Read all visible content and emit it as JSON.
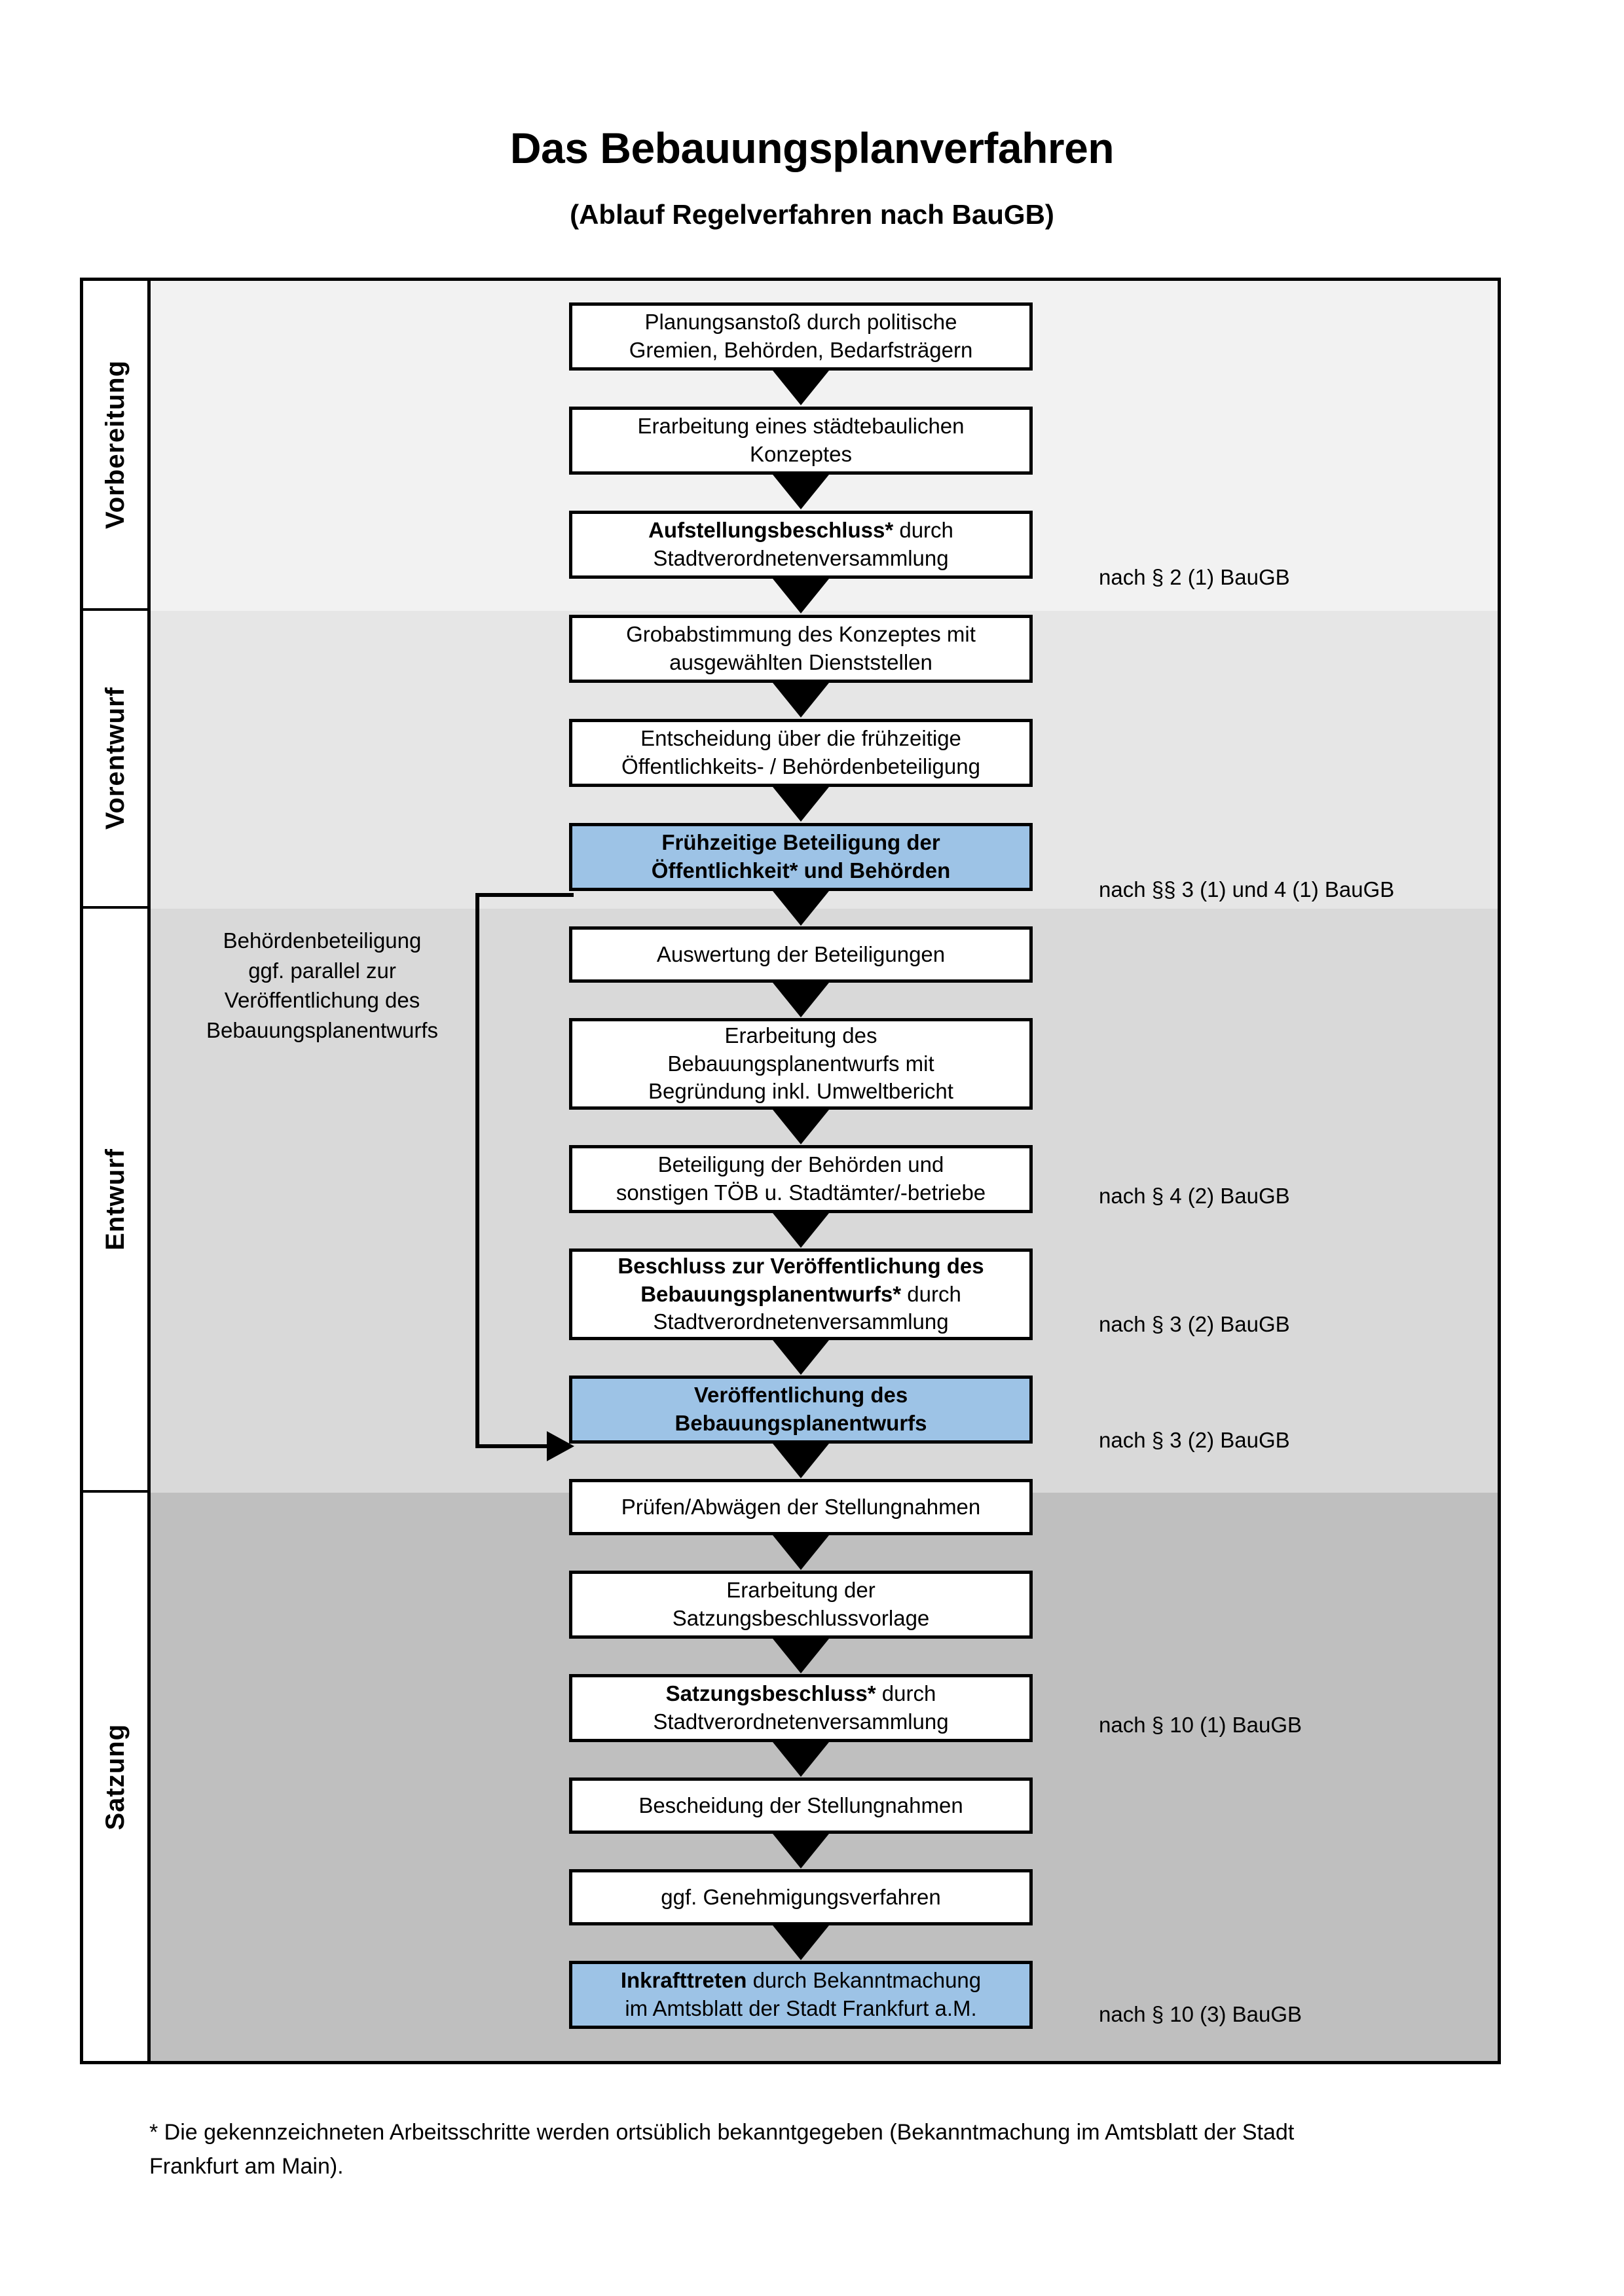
{
  "header": {
    "title": "Das Bebauungsplanverfahren",
    "subtitle": "(Ablauf Regelverfahren nach BauGB)"
  },
  "phases": [
    {
      "id": "vorbereitung",
      "label": "Vorbereitung"
    },
    {
      "id": "vorentwurf",
      "label": "Vorentwurf"
    },
    {
      "id": "entwurf",
      "label": "Entwurf"
    },
    {
      "id": "satzung",
      "label": "Satzung"
    }
  ],
  "colors": {
    "band_vorbereitung": "#F2F2F2",
    "band_vorentwurf": "#E6E6E6",
    "band_entwurf": "#D9D9D9",
    "band_satzung": "#BFBFBF",
    "highlight_blue": "#9DC3E6",
    "border": "#000000"
  },
  "steps": [
    {
      "id": "step-01",
      "phase": "vorbereitung",
      "highlight": false,
      "lines": [
        {
          "text": "Planungsanstoß durch politische",
          "bold": false
        },
        {
          "text": "Gremien, Behörden, Bedarfsträgern",
          "bold": false
        }
      ]
    },
    {
      "id": "step-02",
      "phase": "vorbereitung",
      "highlight": false,
      "lines": [
        {
          "text": "Erarbeitung eines städtebaulichen",
          "bold": false
        },
        {
          "text": "Konzeptes",
          "bold": false
        }
      ]
    },
    {
      "id": "step-03",
      "phase": "vorbereitung",
      "highlight": false,
      "lines": [
        {
          "text": "Aufstellungsbeschluss*",
          "bold": true,
          "suffix": " durch"
        },
        {
          "text": "Stadtverordnetenversammlung",
          "bold": false
        }
      ]
    },
    {
      "id": "step-04",
      "phase": "vorentwurf",
      "highlight": false,
      "lines": [
        {
          "text": "Grobabstimmung des Konzeptes mit",
          "bold": false
        },
        {
          "text": "ausgewählten Dienststellen",
          "bold": false
        }
      ]
    },
    {
      "id": "step-05",
      "phase": "vorentwurf",
      "highlight": false,
      "lines": [
        {
          "text": "Entscheidung über die frühzeitige",
          "bold": false
        },
        {
          "text": "Öffentlichkeits- / Behördenbeteiligung",
          "bold": false
        }
      ]
    },
    {
      "id": "step-06",
      "phase": "vorentwurf",
      "highlight": true,
      "lines": [
        {
          "text": "Frühzeitige Beteiligung der",
          "bold": true
        },
        {
          "text": "Öffentlichkeit* und Behörden",
          "bold": true
        }
      ]
    },
    {
      "id": "step-07",
      "phase": "entwurf",
      "highlight": false,
      "lines": [
        {
          "text": "Auswertung der Beteiligungen",
          "bold": false
        }
      ]
    },
    {
      "id": "step-08",
      "phase": "entwurf",
      "highlight": false,
      "lines": [
        {
          "text": "Erarbeitung des",
          "bold": false
        },
        {
          "text": "Bebauungsplanentwurfs mit",
          "bold": false
        },
        {
          "text": "Begründung inkl. Umweltbericht",
          "bold": false
        }
      ]
    },
    {
      "id": "step-09",
      "phase": "entwurf",
      "highlight": false,
      "lines": [
        {
          "text": "Beteiligung der Behörden und",
          "bold": false
        },
        {
          "text": "sonstigen TÖB u. Stadtämter/-betriebe",
          "bold": false
        }
      ]
    },
    {
      "id": "step-10",
      "phase": "entwurf",
      "highlight": false,
      "lines": [
        {
          "text": "Beschluss zur Veröffentlichung des",
          "bold": true
        },
        {
          "text": "Bebauungsplanentwurfs*",
          "bold": true,
          "suffix": " durch"
        },
        {
          "text": "Stadtverordnetenversammlung",
          "bold": false
        }
      ]
    },
    {
      "id": "step-11",
      "phase": "entwurf",
      "highlight": true,
      "lines": [
        {
          "text": "Veröffentlichung des",
          "bold": true
        },
        {
          "text": "Bebauungsplanentwurfs",
          "bold": true
        }
      ]
    },
    {
      "id": "step-12",
      "phase": "satzung",
      "highlight": false,
      "lines": [
        {
          "text": "Prüfen/Abwägen der Stellungnahmen",
          "bold": false
        }
      ]
    },
    {
      "id": "step-13",
      "phase": "satzung",
      "highlight": false,
      "lines": [
        {
          "text": "Erarbeitung der",
          "bold": false
        },
        {
          "text": "Satzungsbeschlussvorlage",
          "bold": false
        }
      ]
    },
    {
      "id": "step-14",
      "phase": "satzung",
      "highlight": false,
      "lines": [
        {
          "text": "Satzungsbeschluss*",
          "bold": true,
          "suffix": " durch"
        },
        {
          "text": "Stadtverordnetenversammlung",
          "bold": false
        }
      ]
    },
    {
      "id": "step-15",
      "phase": "satzung",
      "highlight": false,
      "lines": [
        {
          "text": "Bescheidung der Stellungnahmen",
          "bold": false
        }
      ]
    },
    {
      "id": "step-16",
      "phase": "satzung",
      "highlight": false,
      "lines": [
        {
          "text": "ggf. Genehmigungsverfahren",
          "bold": false
        }
      ]
    },
    {
      "id": "step-17",
      "phase": "satzung",
      "highlight": true,
      "lines": [
        {
          "text": "Inkrafttreten",
          "bold": true,
          "suffix": " durch Bekanntmachung"
        },
        {
          "text": "im Amtsblatt der Stadt Frankfurt a.M.",
          "bold": false
        }
      ]
    }
  ],
  "annotations": [
    {
      "id": "annot-1",
      "text": "nach § 2 (1) BauGB"
    },
    {
      "id": "annot-2",
      "text": "nach §§ 3 (1) und 4 (1) BauGB"
    },
    {
      "id": "annot-3",
      "text": "nach § 4 (2) BauGB"
    },
    {
      "id": "annot-4",
      "text": "nach § 3 (2) BauGB"
    },
    {
      "id": "annot-5",
      "text": "nach § 3 (2) BauGB"
    },
    {
      "id": "annot-6",
      "text": "nach § 10 (1) BauGB"
    },
    {
      "id": "annot-7",
      "text": "nach § 10 (3) BauGB"
    }
  ],
  "side_note": {
    "lines": [
      "Behördenbeteiligung",
      "ggf. parallel zur",
      "Veröffentlichung des",
      "Bebauungsplanentwurfs"
    ]
  },
  "footnote": {
    "line1": "* Die gekennzeichneten Arbeitsschritte werden ortsüblich bekanntgegeben (Bekanntmachung im Amtsblatt  der Stadt",
    "line2": "Frankfurt am Main)."
  }
}
